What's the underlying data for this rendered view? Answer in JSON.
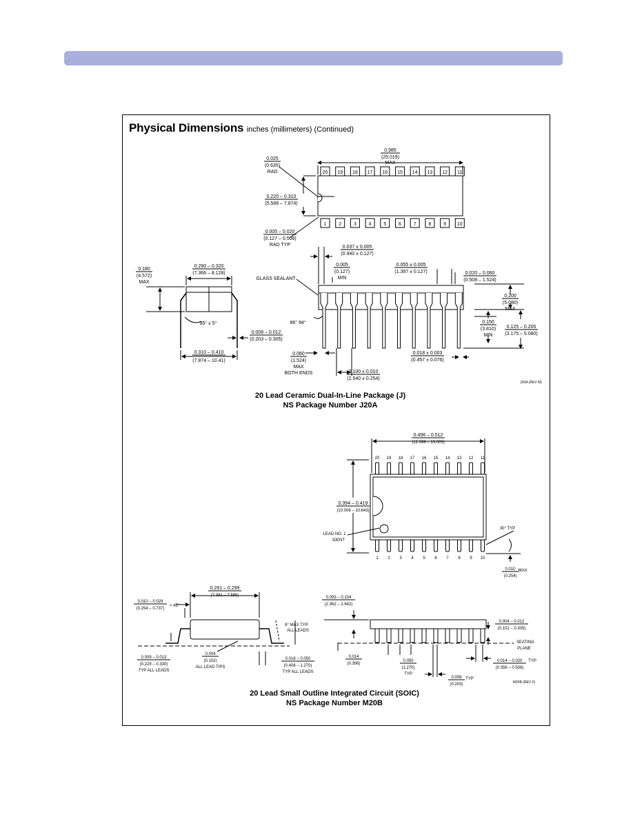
{
  "header": {
    "title": "Physical Dimensions",
    "subtitle": "inches (millimeters) (Continued)"
  },
  "j20a": {
    "top_view": {
      "pins_top": [
        "20",
        "19",
        "18",
        "17",
        "16",
        "15",
        "14",
        "13",
        "12",
        "11"
      ],
      "pins_bottom": [
        "1",
        "2",
        "3",
        "4",
        "5",
        "6",
        "7",
        "8",
        "9",
        "10"
      ],
      "length_in": "0.985",
      "length_mm": "(25.019)",
      "length_note": "MAX",
      "notch_in": "0.025",
      "notch_mm": "(0.635)",
      "notch_note": "RAD",
      "width_in": "0.220 – 0.310",
      "width_mm": "(5.588 – 7.874)",
      "corner_in": "0.005 – 0.020",
      "corner_mm": "(0.127 – 0.508)",
      "corner_note": "RAD TYP"
    },
    "side_view": {
      "lead_in": "0.037 ± 0.005",
      "lead_mm": "(0.940 ± 0.127)",
      "min_in": "0.005",
      "min_mm": "(0.127)",
      "min_note": "MIN",
      "pitch_in": "0.055 ± 0.005",
      "pitch_mm": "(1.397 ± 0.127)",
      "end_in": "0.020 – 0.060",
      "end_mm": "(0.508 – 1.524)",
      "sealant": "GLASS SEALANT",
      "angle": "86° 94°",
      "height_in": "0.200",
      "height_mm": "(5.080)",
      "height_note": "MAX",
      "stand_in": "0.150",
      "stand_mm": "(3.810)",
      "stand_note": "MIN",
      "seat_in": "0.125 – 0.200",
      "seat_mm": "(3.175 – 5.080)",
      "maxend_in": "0.060",
      "maxend_mm": "(1.524)",
      "maxend_note1": "MAX",
      "maxend_note2": "BOTH ENDS",
      "space_in": "0.100 ± 0.010",
      "space_mm": "(2.540 ± 0.254)",
      "leadw_in": "0.018 ± 0.003",
      "leadw_mm": "(0.457 ± 0.076)"
    },
    "end_view": {
      "h_in": "0.180",
      "h_mm": "(4.572)",
      "h_note": "MAX",
      "w_in": "0.290 – 0.320",
      "w_mm": "(7.366 – 8.128)",
      "angle": "95° ± 5°",
      "t_in": "0.008 – 0.012",
      "t_mm": "(0.203 – 0.305)",
      "span_in": "0.310 – 0.410",
      "span_mm": "(7.874 – 10.41)"
    },
    "rev": "J20A (REV M)",
    "caption_line1": "20 Lead Ceramic Dual-In-Line Package (J)",
    "caption_line2": "NS Package Number J20A"
  },
  "m20b": {
    "top_view": {
      "pins_top": [
        "20",
        "19",
        "18",
        "17",
        "16",
        "15",
        "14",
        "13",
        "12",
        "11"
      ],
      "pins_bottom": [
        "1",
        "2",
        "3",
        "4",
        "5",
        "6",
        "7",
        "8",
        "9",
        "10"
      ],
      "length_in": "0.496 – 0.512",
      "length_mm": "(12.598 – 13.005)",
      "width_in": "0.394 – 0.419",
      "width_mm": "(10.008 – 10.643)",
      "lead_ident1": "LEAD NO. 1",
      "lead_ident2": "IDENT",
      "angle": "30° TYP",
      "max_in": "0.010",
      "max_note": "MAX",
      "max_mm": "(0.254)"
    },
    "end_view": {
      "w_in": "0.291 – 0.299",
      "w_mm": "(7.391 – 7.595)",
      "ch_in": "0.010 – 0.029",
      "ch_mm": "(0.254 – 0.737)",
      "ch_note": "× 45°",
      "ang1": "8° MAX TYP",
      "ang2": "ALL LEADS",
      "t_in": "0.009 – 0.013",
      "t_mm": "(0.229 – 0.330)",
      "t_note": "TYP ALL LEADS",
      "cop_in": "0.004",
      "cop_mm": "(0.102)",
      "cop_note": "ALL LEAD TIPS",
      "foot_in": "0.016 – 0.050",
      "foot_mm": "(0.406 – 1.270)",
      "foot_note": "TYP ALL LEADS"
    },
    "side_view": {
      "h_in": "0.093 – 0.104",
      "h_mm": "(2.362 – 2.642)",
      "so_in": "0.004 – 0.012",
      "so_mm": "(0.102 – 0.305)",
      "seat1": "SEATING",
      "seat2": "PLANE",
      "st_in": "0.014",
      "st_mm": "(0.356)",
      "p_in": "0.050",
      "p_mm": "(1.270)",
      "p_note": "TYP",
      "lw_in": "0.014 – 0.020",
      "lw_note": "TYP",
      "lw_mm": "(0.356 – 0.508)",
      "lt_in": "0.008",
      "lt_note": "TYP",
      "lt_mm": "(0.203)"
    },
    "rev": "M20B (REV F)",
    "caption_line1": "20 Lead Small Outline Integrated Circuit (SOIC)",
    "caption_line2": "NS Package Number M20B"
  }
}
